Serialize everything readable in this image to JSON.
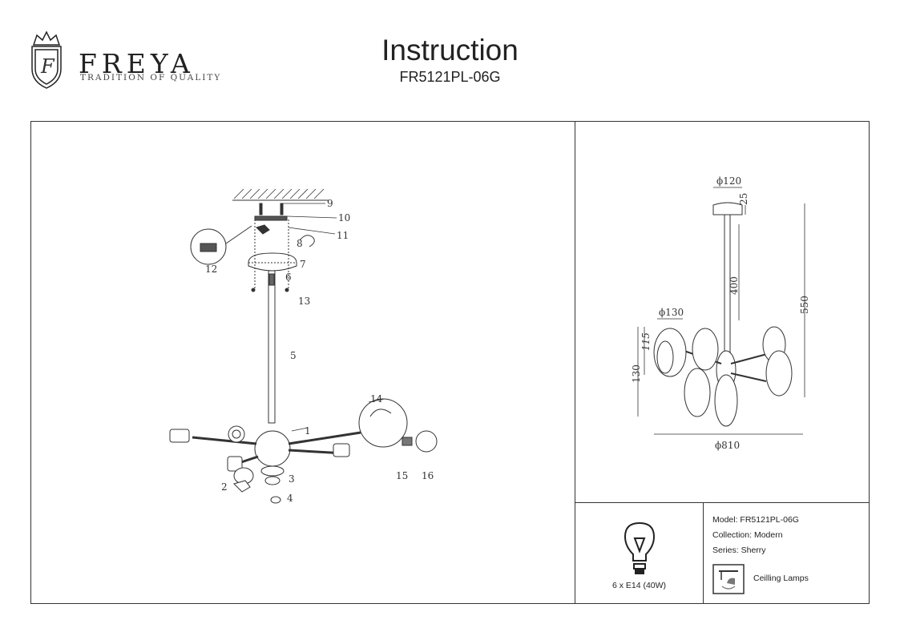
{
  "header": {
    "brand": "FREYA",
    "tagline": "TRADITION OF QUALITY",
    "logo_letter": "F",
    "title": "Instruction",
    "model_code": "FR5121PL-06G"
  },
  "assembly": {
    "part_labels": [
      "1",
      "2",
      "3",
      "4",
      "5",
      "6",
      "7",
      "8",
      "9",
      "10",
      "11",
      "12",
      "13",
      "14",
      "15",
      "16"
    ]
  },
  "dimensions": {
    "canopy_diameter": "ϕ120",
    "canopy_height": "25",
    "rod_length": "400",
    "total_height": "550",
    "shade_diameter": "ϕ130",
    "shade_height": "115",
    "arm_height": "130",
    "total_diameter": "ϕ810"
  },
  "specs": {
    "bulb": "6 x E14 (40W)",
    "model": "Model: FR5121PL-06G",
    "collection": "Collection: Modern",
    "series": "Series: Sherry",
    "category": "Ceilling Lamps"
  }
}
